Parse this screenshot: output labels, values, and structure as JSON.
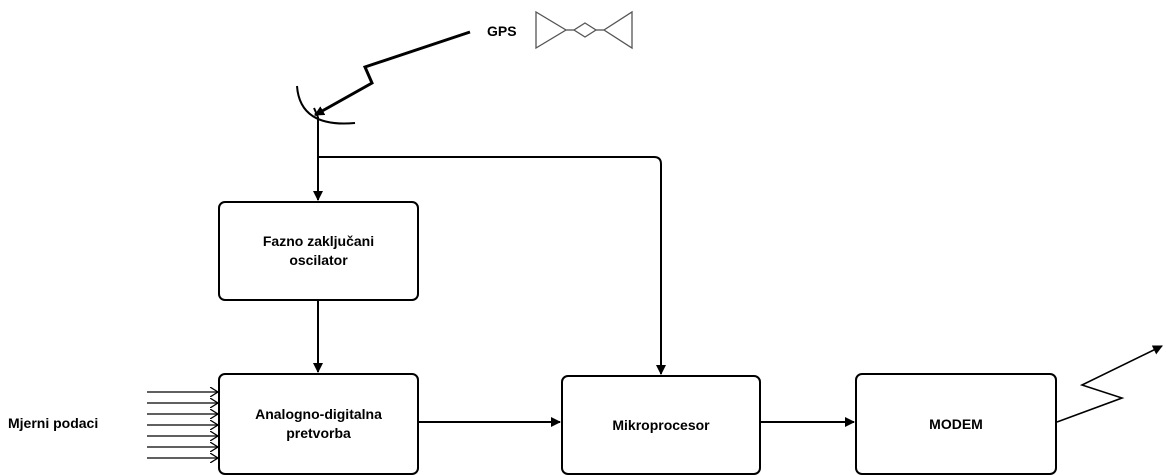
{
  "diagram": {
    "blocks": {
      "oscillator": {
        "line1": "Fazno zaključani",
        "line2": "oscilator"
      },
      "adc": {
        "line1": "Analogno-digitalna",
        "line2": "pretvorba"
      },
      "microprocessor": "Mikroprocesor",
      "modem": "MODEM"
    },
    "labels": {
      "gps": "GPS",
      "measurement_input": "Mjerni podaci"
    },
    "icons": {
      "satellite": "satellite-icon",
      "antenna": "dish-antenna-icon",
      "gps_signal": "lightning-signal-icon",
      "modem_signal": "lightning-signal-icon"
    },
    "colors": {
      "stroke": "#000000",
      "background": "#ffffff"
    }
  }
}
